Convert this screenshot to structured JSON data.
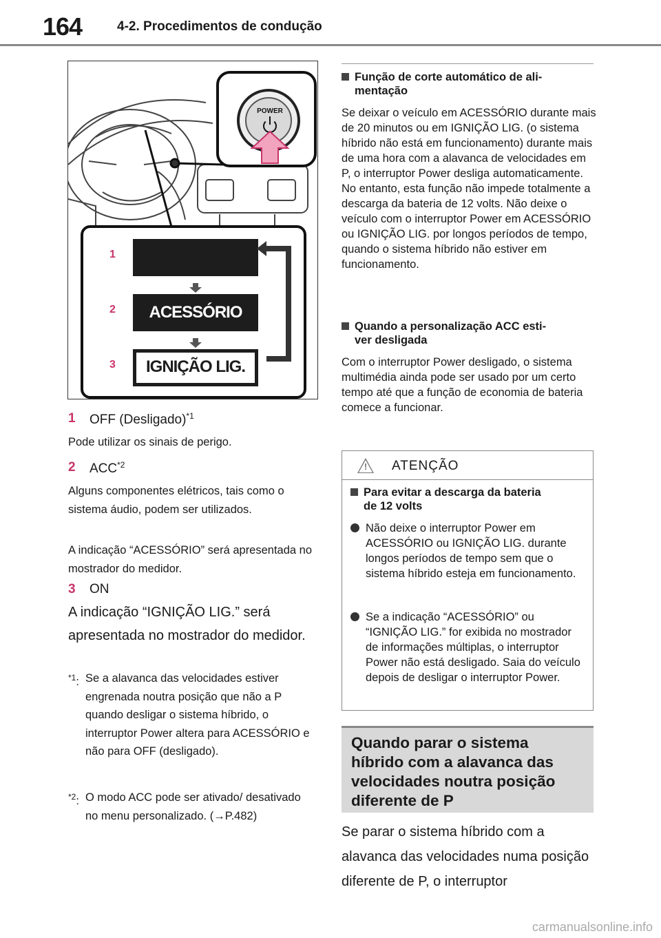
{
  "header": {
    "page_number": "164",
    "chapter": "4-2. Procedimentos de condução"
  },
  "figure": {
    "power_label": "POWER",
    "modes": [
      {
        "num": "1",
        "label": ""
      },
      {
        "num": "2",
        "label": "ACESSÓRIO"
      },
      {
        "num": "3",
        "label": "IGNIÇÃO LIG."
      }
    ]
  },
  "items": [
    {
      "marker": "1",
      "title": "OFF (Desligado)",
      "sup": "*1"
    },
    {
      "marker": "2",
      "title": "ACC",
      "sup": "*2"
    },
    {
      "marker": "3",
      "title": "ON",
      "sup": ""
    }
  ],
  "texts": {
    "item1_body": "Pode utilizar os sinais de perigo.",
    "item2_body_a": "Alguns componentes elétricos, tais como o sistema áudio, podem ser utilizados.",
    "item2_body_b": "A indicação “ACESSÓRIO” será apresentada no mostrador do medidor.",
    "item3_body": "A indicação “IGNIÇÃO LIG.” será apresentada no mostrador do medidor."
  },
  "footnotes": [
    {
      "mark": "*1",
      "text": "Se a alavanca das velocidades estiver engrenada noutra posição que não a P quando desligar o sistema híbrido, o interruptor Power altera para ACESSÓRIO e não para OFF (desligado)."
    },
    {
      "mark": "*2",
      "text": "O modo ACC pode ser ativado/ desativado no menu personalizado. (→P.482)"
    }
  ],
  "right": {
    "sub1_title_a": "Função de corte automático de ali-",
    "sub1_title_b": "mentação",
    "sub1_body": "Se deixar o veículo em ACESSÓRIO durante mais de 20 minutos ou em IGNIÇÃO LIG. (o sistema híbrido não está em funcionamento) durante mais de uma hora com a alavanca de velocidades em P, o interruptor Power desliga automaticamente. No entanto, esta função não impede totalmente a descarga da bateria de 12 volts. Não deixe o veículo com o interruptor Power em ACESSÓRIO ou IGNIÇÃO LIG. por longos períodos de tempo, quando o sistema híbrido não estiver em funcionamento.",
    "sub2_title_a": "Quando a personalização ACC esti-",
    "sub2_title_b": "ver desligada",
    "sub2_body": "Com o interruptor Power desligado, o sistema multimédia ainda pode ser usado por um certo tempo até que a função de economia de bateria comece a funcionar."
  },
  "warning": {
    "title": "ATENÇÃO",
    "bang": "!",
    "heading_a": "Para evitar a descarga da bateria",
    "heading_b": "de 12 volts",
    "bullets": [
      "Não deixe o interruptor Power em ACESSÓRIO ou IGNIÇÃO LIG. durante longos períodos de tempo sem que o sistema híbrido esteja em funcionamento.",
      "Se a indicação “ACESSÓRIO” ou “IGNIÇÃO LIG.” for exibida no mostrador de informações múltiplas, o interruptor Power não está desligado. Saia do veículo depois de desligar o interruptor Power."
    ]
  },
  "section": {
    "title": "Quando parar o sistema híbrido com a alavanca das velocidades noutra posição diferente de P",
    "body": "Se parar o sistema híbrido com a alavanca das velocidades numa posição diferente de P, o interruptor"
  },
  "watermark": "carmanualsonline.info"
}
